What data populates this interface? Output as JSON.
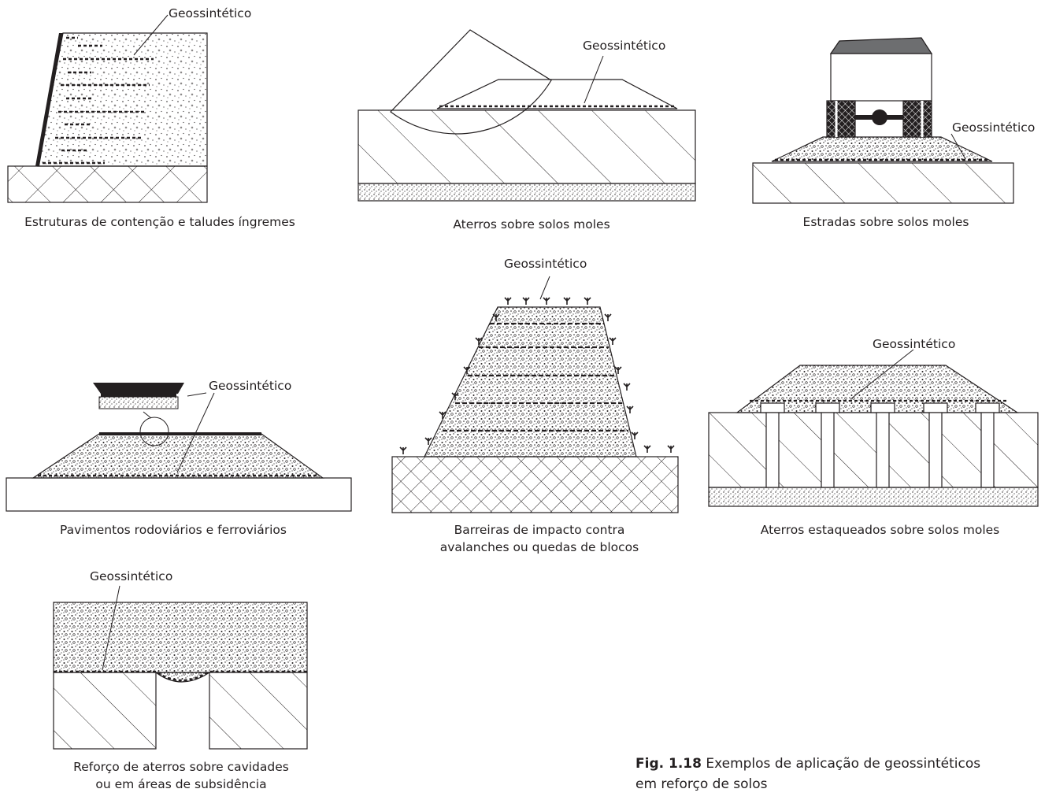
{
  "panels": [
    {
      "caption": "Estruturas de contenção e taludes íngremes",
      "label": "Geossintético"
    },
    {
      "caption": "Aterros sobre solos moles",
      "label": "Geossintético"
    },
    {
      "caption": "Estradas sobre solos moles",
      "label": "Geossintético"
    },
    {
      "caption": "Pavimentos rodoviários e ferroviários",
      "label": "Geossintético"
    },
    {
      "caption_line1": "Barreiras de impacto contra",
      "caption_line2": "avalanches ou quedas de blocos",
      "label": "Geossintético"
    },
    {
      "caption": "Aterros estaqueados sobre solos moles",
      "label": "Geossintético"
    },
    {
      "caption_line1": "Reforço de aterros sobre cavidades",
      "caption_line2": "ou em áreas de subsidência",
      "label": "Geossintético"
    }
  ],
  "figure": {
    "number": "Fig. 1.18",
    "text_line1": " Exemplos de aplicação de geossintéticos",
    "text_line2": "em reforço de solos"
  }
}
